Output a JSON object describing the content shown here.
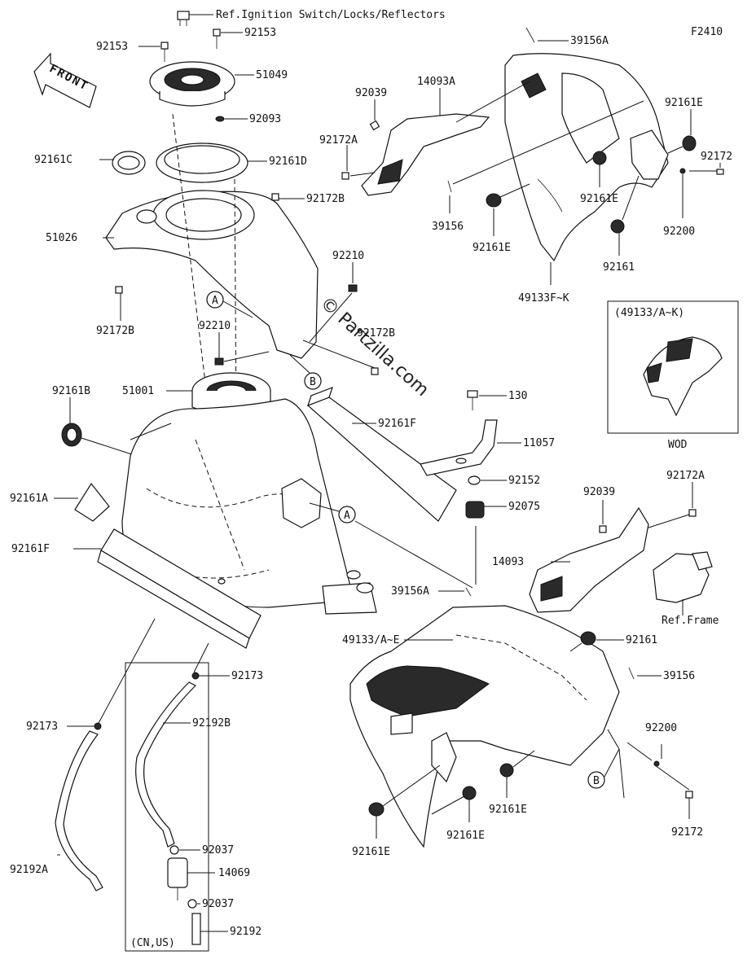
{
  "diagram": {
    "figure_id": "F2410",
    "watermark": "© Partzilla.com",
    "front_label": "FRONT",
    "ref_ignition": "Ref.Ignition Switch/Locks/Reflectors",
    "ref_frame": "Ref.Frame",
    "inset_title": "(49133/A~K)",
    "inset_caption": "WOD",
    "region_label": "(CN,US)",
    "callout_a": "A",
    "callout_b": "B",
    "parts": {
      "p92153_l": "92153",
      "p92153_r": "92153",
      "p51049": "51049",
      "p92093": "92093",
      "p92161C": "92161C",
      "p92161D": "92161D",
      "p92172B_1": "92172B",
      "p51026": "51026",
      "p92172B_2": "92172B",
      "p92210_1": "92210",
      "p92172B_3": "92172B",
      "p92210_2": "92210",
      "p51001": "51001",
      "p92161B": "92161B",
      "p92161F_1": "92161F",
      "p92161A": "92161A",
      "p92161F_2": "92161F",
      "p92173_1": "92173",
      "p92192B": "92192B",
      "p92173_2": "92173",
      "p92037_1": "92037",
      "p14069": "14069",
      "p92037_2": "92037",
      "p92192": "92192",
      "p92192A": "92192A",
      "p39156A_1": "39156A",
      "p92039_1": "92039",
      "p14093A": "14093A",
      "p92172A_1": "92172A",
      "p39156_1": "39156",
      "p92161E_1": "92161E",
      "p92161E_2": "92161E",
      "p49133FK": "49133F~K",
      "p92161_1": "92161",
      "p92161E_3": "92161E",
      "p92172_1": "92172",
      "p92200_1": "92200",
      "p130": "130",
      "p11057": "11057",
      "p92152": "92152",
      "p92075": "92075",
      "p92039_2": "92039",
      "p92172A_2": "92172A",
      "p14093": "14093",
      "p39156A_2": "39156A",
      "p49133AE": "49133/A~E",
      "p92161_2": "92161",
      "p39156_2": "39156",
      "p92200_2": "92200",
      "p92172_2": "92172",
      "p92161E_4": "92161E",
      "p92161E_5": "92161E",
      "p92161E_6": "92161E"
    }
  }
}
